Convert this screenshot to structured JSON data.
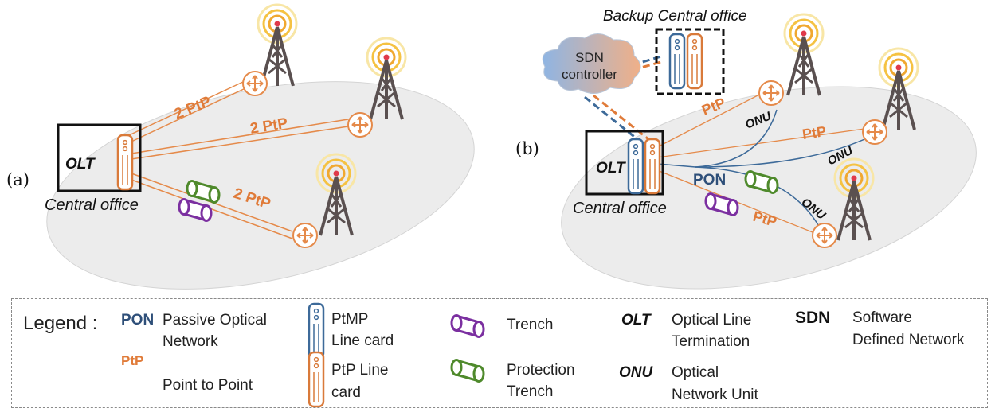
{
  "panel_a": {
    "tag": "(a)",
    "olt": "OLT",
    "office": "Central office",
    "link_labels": [
      "2 PtP",
      "2 PtP",
      "2 PtP"
    ]
  },
  "panel_b": {
    "tag": "(b)",
    "olt": "OLT",
    "office": "Central office",
    "backup": "Backup Central office",
    "sdn_line1": "SDN",
    "sdn_line2": "controller",
    "pon": "PON",
    "ptp_labels": [
      "PtP",
      "PtP",
      "PtP"
    ],
    "onu_labels": [
      "ONU",
      "ONU",
      "ONU"
    ]
  },
  "legend": {
    "title": "Legend :",
    "pon_key": "PON",
    "pon_desc1": "Passive Optical",
    "pon_desc2": "Network",
    "ptp_key": "PtP",
    "ptp_desc": "Point to Point",
    "ptmp_desc1": "PtMP",
    "ptmp_desc2": "Line card",
    "ptp_card_desc1": "PtP Line",
    "ptp_card_desc2": "card",
    "trench_desc": "Trench",
    "prot_desc1": "Protection",
    "prot_desc2": "Trench",
    "olt_key": "OLT",
    "olt_desc1": "Optical Line",
    "olt_desc2": "Termination",
    "onu_key": "ONU",
    "onu_desc1": "Optical",
    "onu_desc2": "Network Unit",
    "sdn_key": "SDN",
    "sdn_desc1": "Software",
    "sdn_desc2": "Defined Network"
  },
  "colors": {
    "ptp": "#e07b39",
    "pon": "#3d6a99",
    "trench": "#7b2fa0",
    "protection": "#4f8a2c",
    "tower": "#5a5050",
    "ring": "#f5c242",
    "area": "#ececec"
  }
}
